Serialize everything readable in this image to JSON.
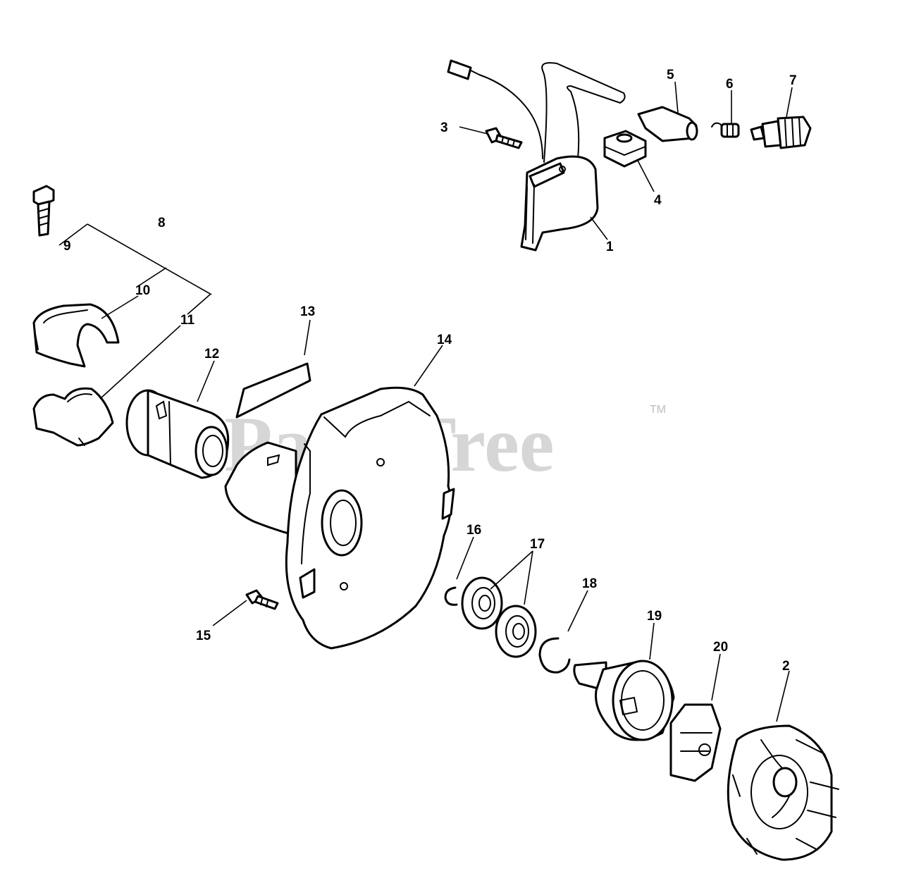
{
  "diagram": {
    "watermark": "PartsTree",
    "watermark_mark": "TM",
    "callouts": {
      "c1": "1",
      "c2": "2",
      "c3": "3",
      "c4": "4",
      "c5": "5",
      "c6": "6",
      "c7": "7",
      "c8": "8",
      "c9": "9",
      "c10": "10",
      "c11": "11",
      "c12": "12",
      "c13": "13",
      "c14": "14",
      "c15": "15",
      "c16": "16",
      "c17": "17",
      "c18": "18",
      "c19": "19",
      "c20": "20"
    }
  }
}
